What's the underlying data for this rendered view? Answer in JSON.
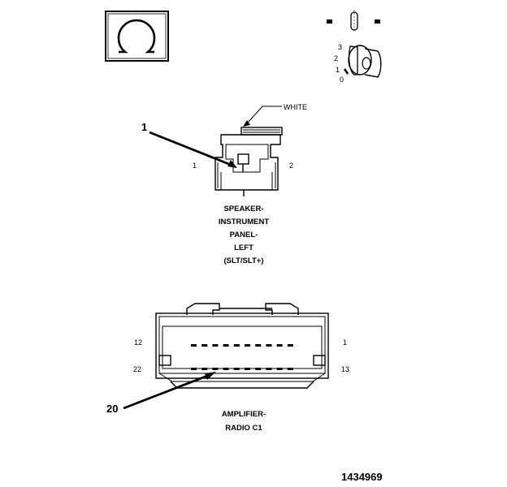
{
  "ohm_symbol": "Ω",
  "key_positions": [
    "3",
    "2",
    "1",
    "0"
  ],
  "speaker_connector": {
    "color_label": "WHITE",
    "pin_left": "1",
    "pin_right": "2",
    "callout": "1",
    "caption": [
      "SPEAKER-",
      "INSTRUMENT",
      "PANEL-",
      "LEFT",
      "(SLT/SLT+)"
    ]
  },
  "amplifier_connector": {
    "pin_top_left": "12",
    "pin_top_right": "1",
    "pin_bottom_left": "22",
    "pin_bottom_right": "13",
    "callout": "20",
    "caption": [
      "AMPLIFIER-",
      "RADIO C1"
    ]
  },
  "document_number": "1434969"
}
